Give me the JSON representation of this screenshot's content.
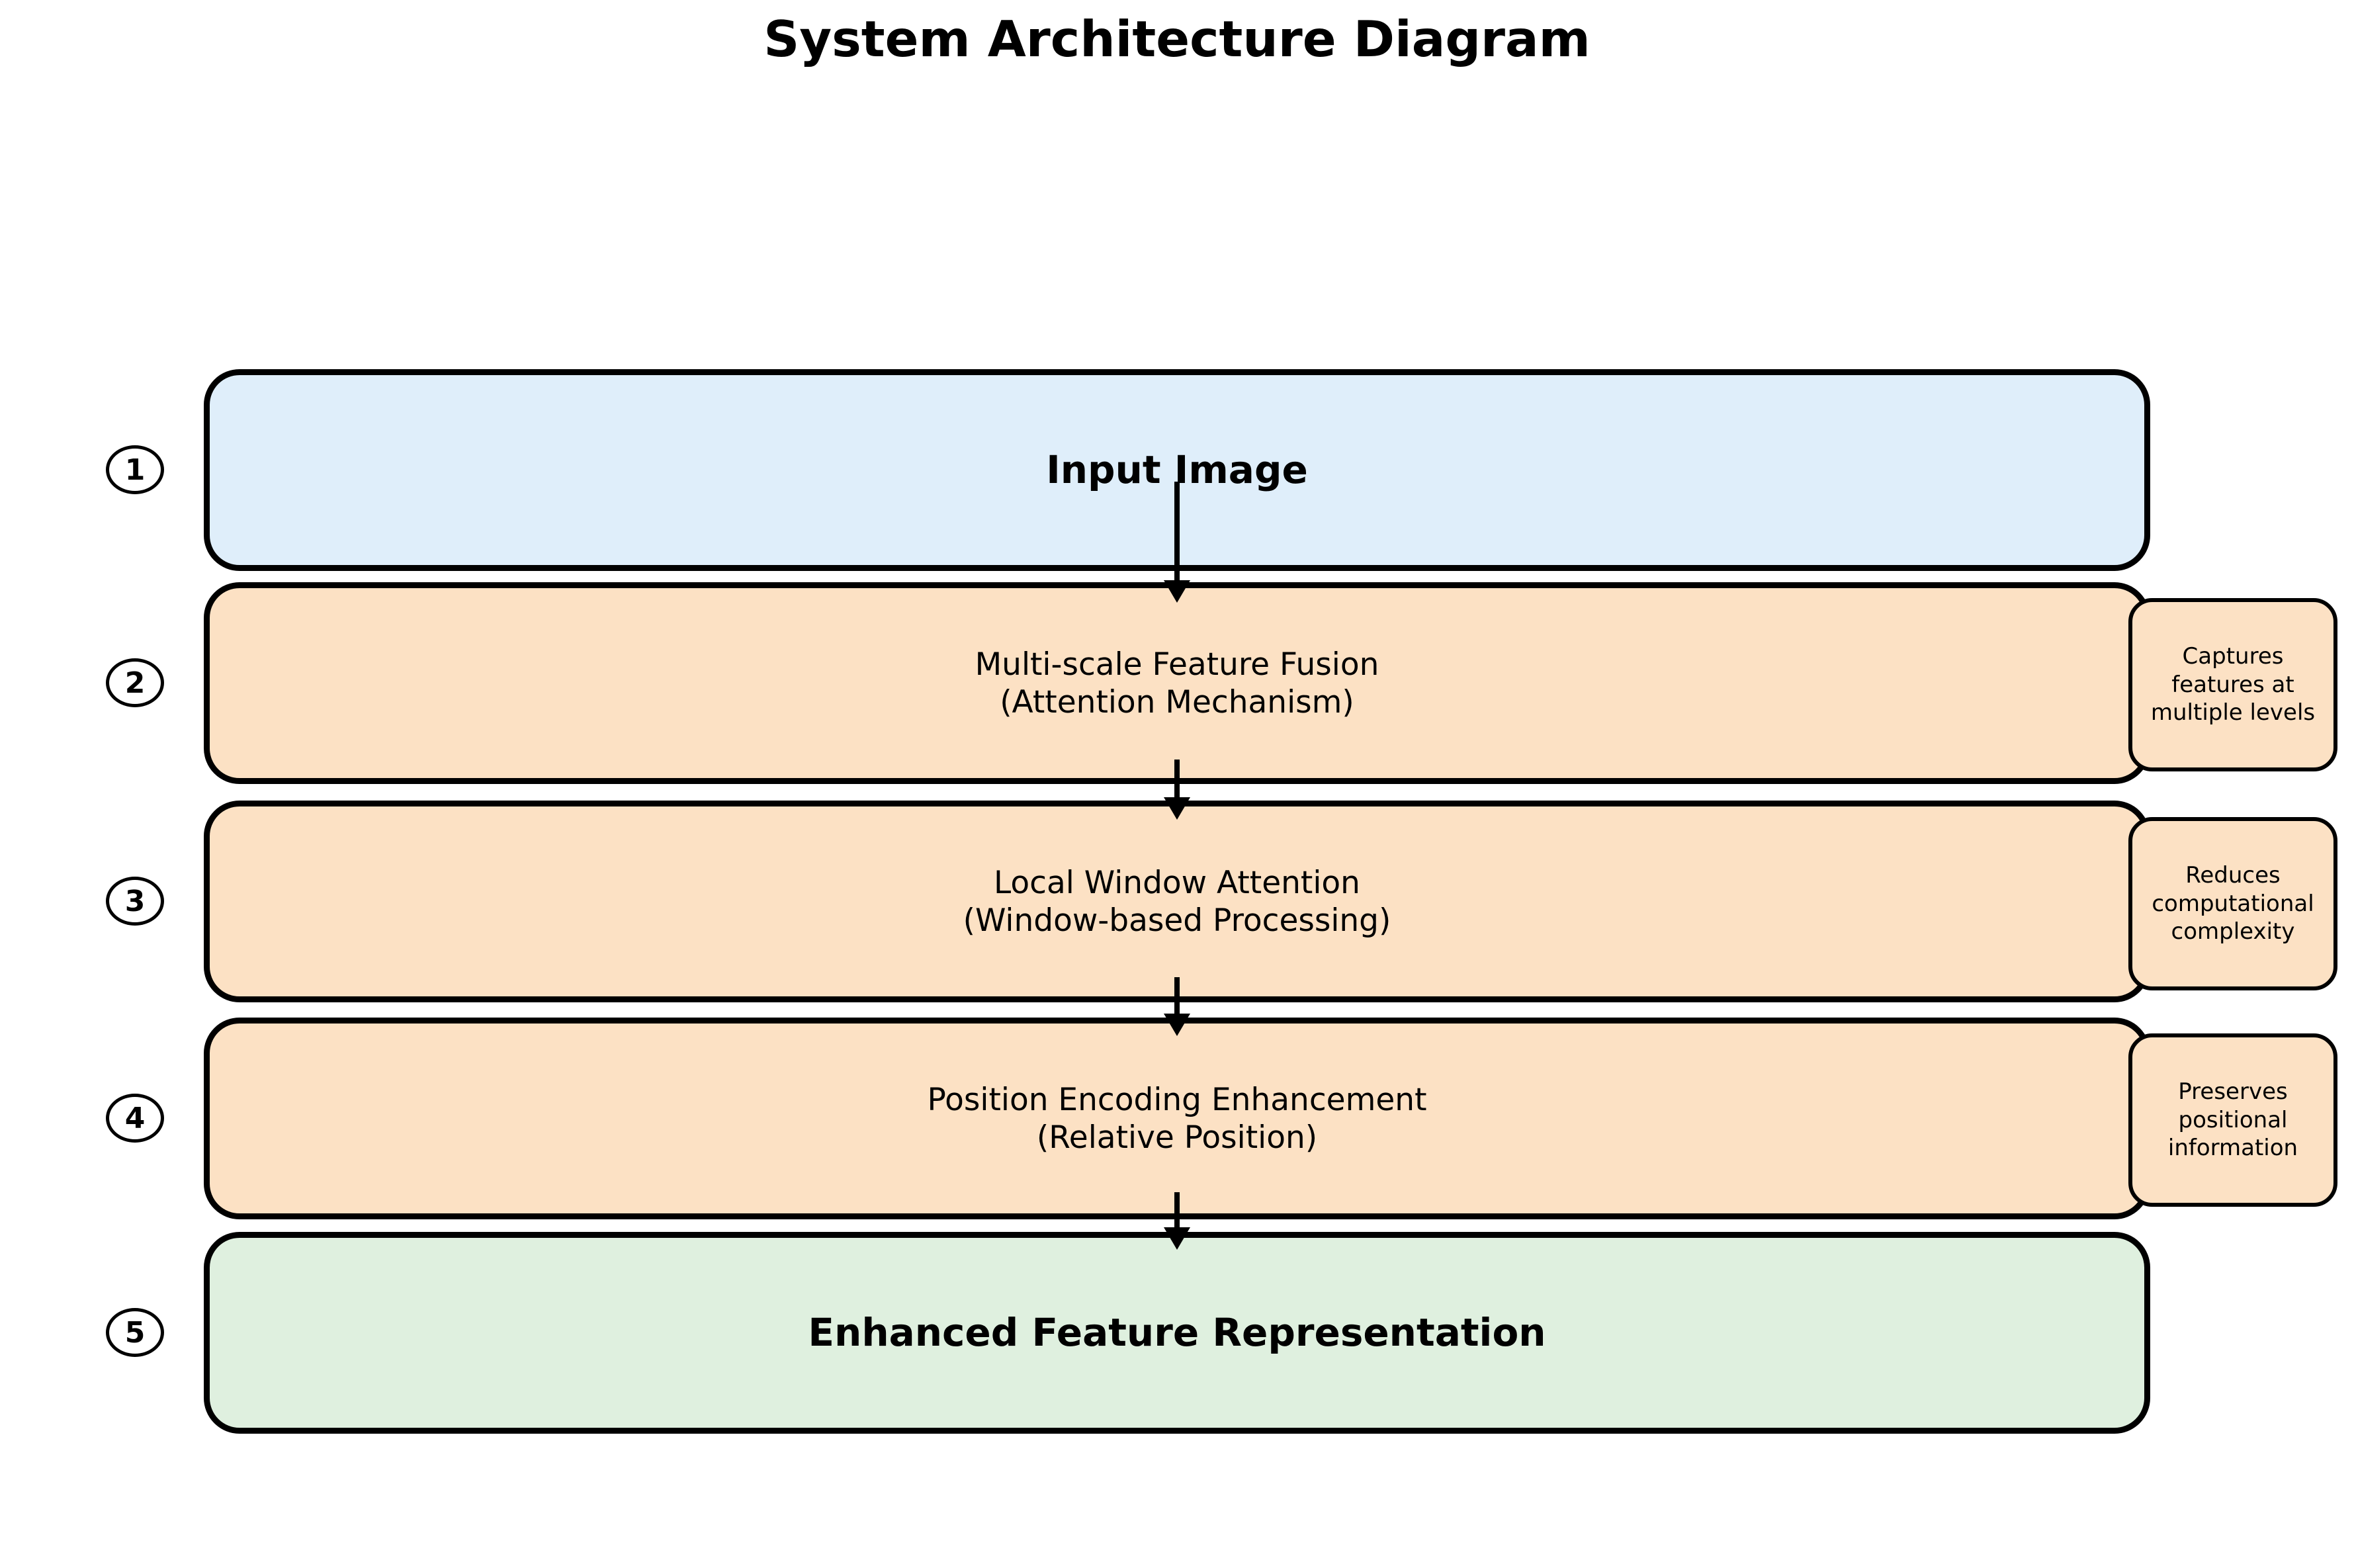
{
  "title": "System Architecture Diagram",
  "colors": {
    "input_fill": "#dfeefa",
    "process_fill": "#fce1c4",
    "output_fill": "#dff0df",
    "outline": "#000000",
    "background": "#ffffff"
  },
  "steps": [
    {
      "number": "1",
      "label": "Input Image",
      "sublabel": "",
      "note": ""
    },
    {
      "number": "2",
      "label": "Multi-scale Feature Fusion",
      "sublabel": "(Attention Mechanism)",
      "note": "Captures features at multiple levels"
    },
    {
      "number": "3",
      "label": "Local Window Attention",
      "sublabel": "(Window-based Processing)",
      "note": "Reduces computational complexity"
    },
    {
      "number": "4",
      "label": "Position Encoding Enhancement",
      "sublabel": "(Relative Position)",
      "note": "Preserves positional information"
    },
    {
      "number": "5",
      "label": "Enhanced Feature Representation",
      "sublabel": "",
      "note": ""
    }
  ]
}
